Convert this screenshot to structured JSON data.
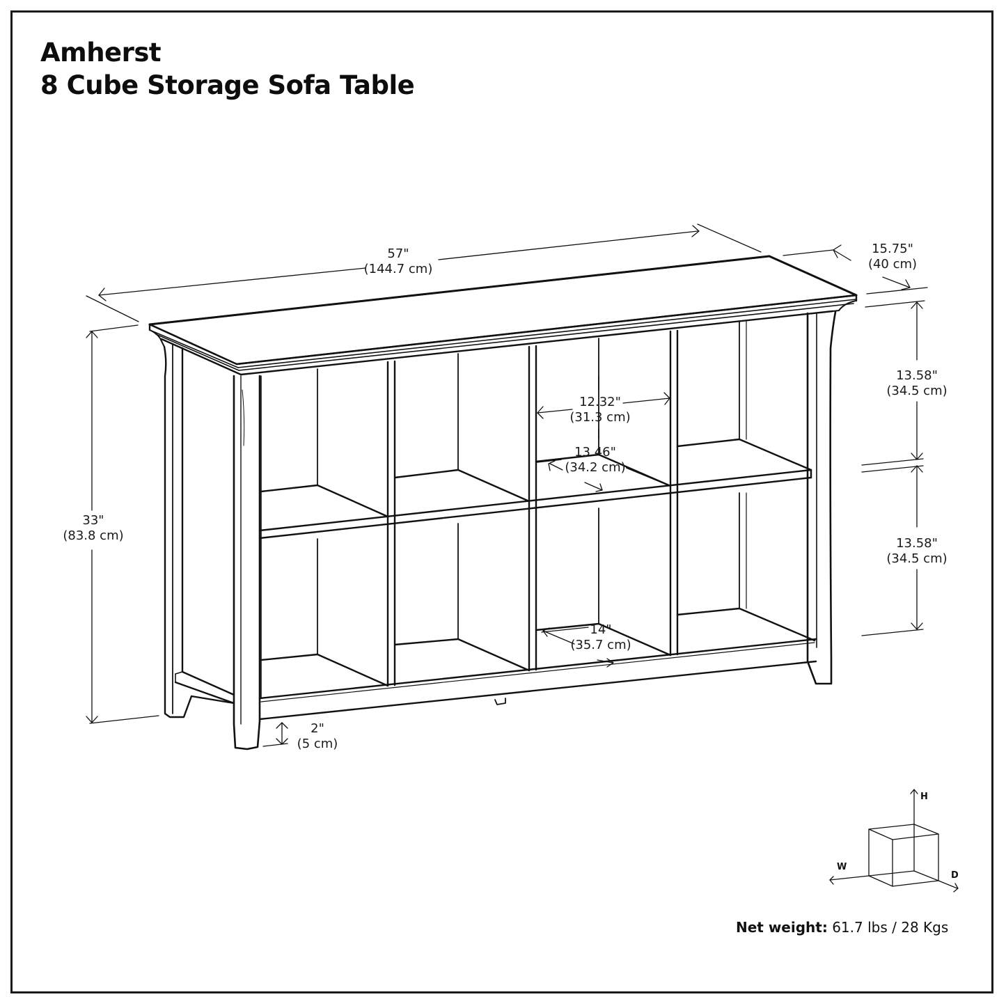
{
  "header": {
    "title_line1": "Amherst",
    "title_line2": "8 Cube Storage Sofa Table"
  },
  "dimensions": {
    "width": {
      "imperial": "57\"",
      "metric": "(144.7 cm)"
    },
    "depth": {
      "imperial": "15.75\"",
      "metric": "(40 cm)"
    },
    "height": {
      "imperial": "33\"",
      "metric": "(83.8 cm)"
    },
    "upper_cube_height": {
      "imperial": "13.58\"",
      "metric": "(34.5 cm)"
    },
    "lower_cube_height": {
      "imperial": "13.58\"",
      "metric": "(34.5 cm)"
    },
    "cube_width": {
      "imperial": "12.32\"",
      "metric": "(31.3 cm)"
    },
    "cube_depth": {
      "imperial": "13.46\"",
      "metric": "(34.2 cm)"
    },
    "bottom_cube_depth": {
      "imperial": "14\"",
      "metric": "(35.7 cm)"
    },
    "floor_clearance": {
      "imperial": "2\"",
      "metric": "(5 cm)"
    }
  },
  "axis_legend": {
    "h": "H",
    "w": "W",
    "d": "D"
  },
  "footer": {
    "weight_label": "Net weight:",
    "weight_value": " 61.7 lbs / 28 Kgs"
  },
  "colors": {
    "line": "#111111",
    "background": "#ffffff"
  }
}
